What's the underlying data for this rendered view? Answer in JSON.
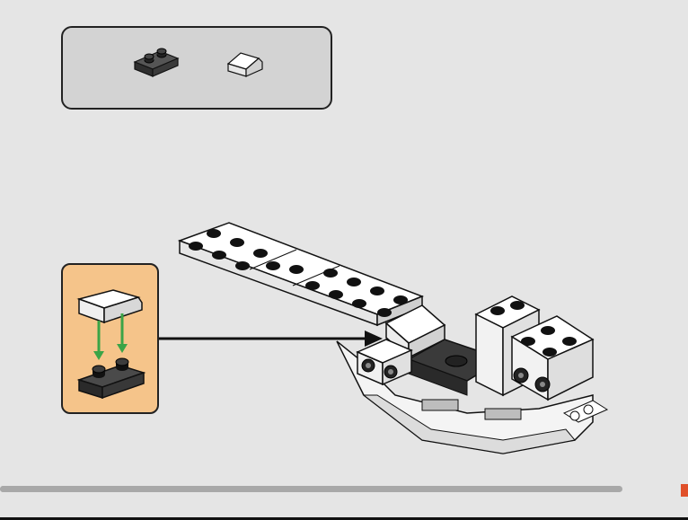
{
  "colors": {
    "background": "#e5e5e5",
    "parts_panel": "#d3d3d3",
    "subassembly_panel": "#f5c48a",
    "dark_brick": "#3a3a3a",
    "white_brick": "#ffffff",
    "arrow": "#3aa447",
    "progress": "#a8a8a8",
    "corner_accent": "#e0502a"
  },
  "parts": [
    {
      "name": "dark-gray-plate-1x2-icon",
      "color": "dark gray",
      "count": 1
    },
    {
      "name": "white-slope-1x2-icon",
      "color": "white",
      "count": 1
    }
  ],
  "progress": {
    "fraction": 0.9
  }
}
